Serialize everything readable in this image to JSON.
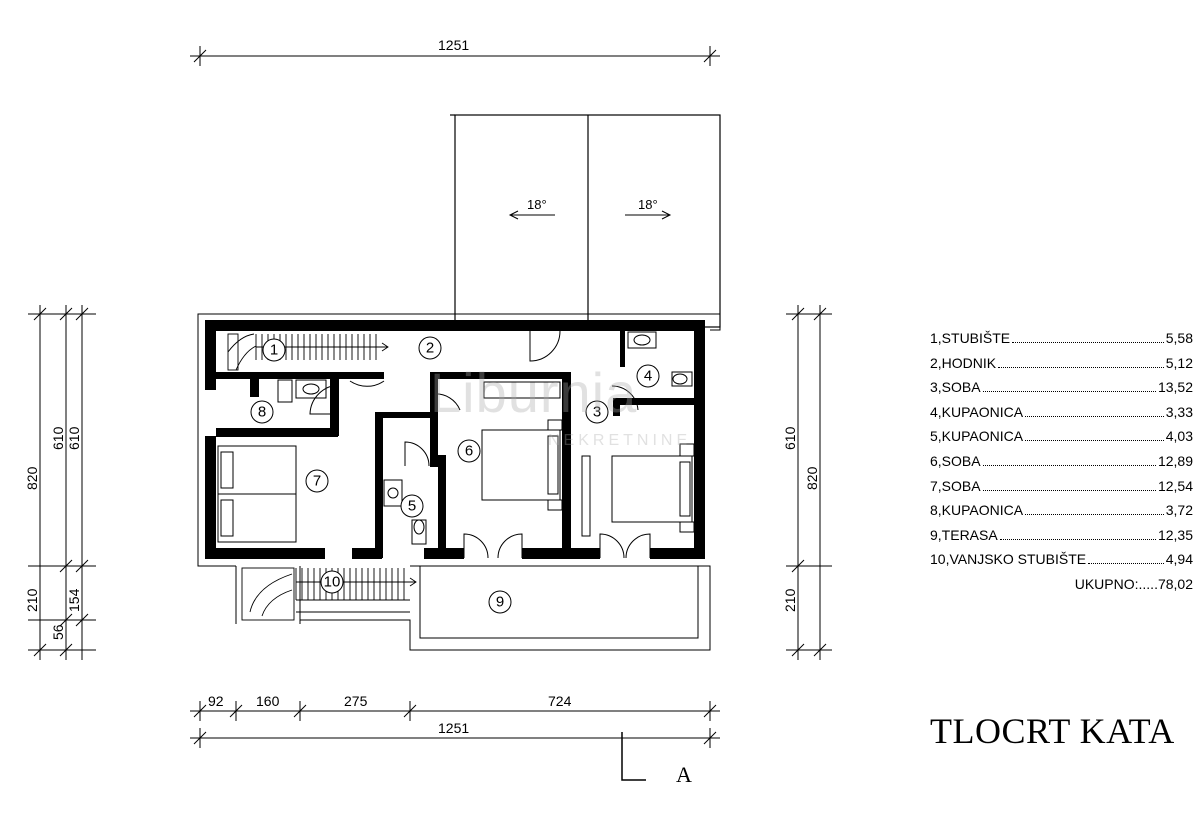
{
  "drawing": {
    "title": "TLOCRT KATA",
    "section_marker": "A",
    "watermark": "Liburnia",
    "watermark_sub": "NEKRETNINE",
    "slope_left": "18°",
    "slope_right": "18°"
  },
  "dimensions": {
    "top_total": "1251",
    "bottom_total": "1251",
    "bottom_parts": [
      "92",
      "160",
      "275",
      "724"
    ],
    "left_outer": [
      "820",
      "210",
      "56"
    ],
    "left_inner": [
      "610",
      "154"
    ],
    "right": [
      "610",
      "820",
      "210"
    ]
  },
  "rooms": {
    "markers": [
      "1",
      "2",
      "3",
      "4",
      "5",
      "6",
      "7",
      "8",
      "9",
      "10"
    ]
  },
  "legend": {
    "items": [
      {
        "label": "1,STUBIŠTE",
        "value": "5,58"
      },
      {
        "label": "2,HODNIK",
        "value": "5,12"
      },
      {
        "label": "3,SOBA",
        "value": "13,52"
      },
      {
        "label": "4,KUPAONICA",
        "value": "3,33"
      },
      {
        "label": "5,KUPAONICA",
        "value": "4,03"
      },
      {
        "label": "6,SOBA",
        "value": "12,89"
      },
      {
        "label": "7,SOBA",
        "value": "12,54"
      },
      {
        "label": "8,KUPAONICA",
        "value": "3,72"
      },
      {
        "label": "9,TERASA",
        "value": "12,35"
      },
      {
        "label": "10,VANJSKO STUBIŠTE",
        "value": "4,94"
      }
    ],
    "total": "UKUPNO:.....78,02"
  }
}
